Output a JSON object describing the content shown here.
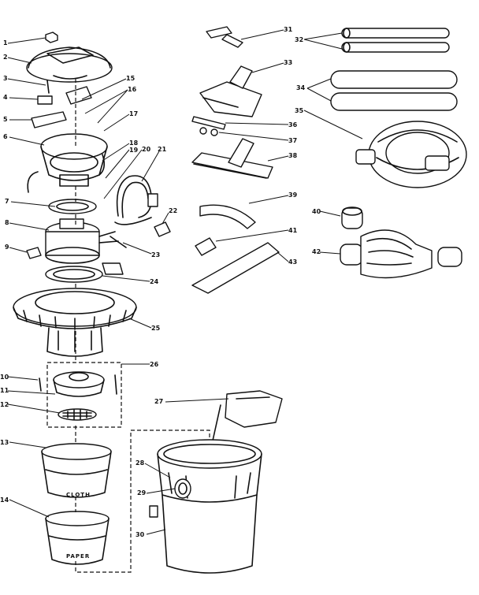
{
  "diagram": {
    "callouts": [
      "1",
      "2",
      "3",
      "4",
      "5",
      "6",
      "7",
      "8",
      "9",
      "10",
      "11",
      "12",
      "13",
      "14",
      "15",
      "16",
      "17",
      "18",
      "19",
      "20",
      "21",
      "22",
      "23",
      "24",
      "25",
      "26",
      "27",
      "28",
      "29",
      "30",
      "31",
      "32",
      "33",
      "34",
      "35",
      "36",
      "37",
      "38",
      "39",
      "40",
      "41",
      "42",
      "43"
    ],
    "filter_labels": {
      "cloth": "CLOTH",
      "paper": "PAPER"
    }
  }
}
